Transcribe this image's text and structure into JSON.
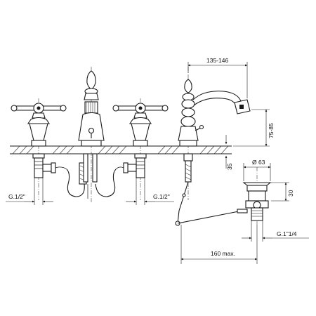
{
  "dimensions": {
    "spout_reach": "135-146",
    "spout_height": "75-85",
    "deck_thickness": "35",
    "waste_diameter": "Ø 63",
    "waste_height": "30",
    "thread_left": "G.1/2\"",
    "thread_center": "G.1/2\"",
    "waste_thread": "G.1\"1/4",
    "pullrod_length": "160 max."
  }
}
